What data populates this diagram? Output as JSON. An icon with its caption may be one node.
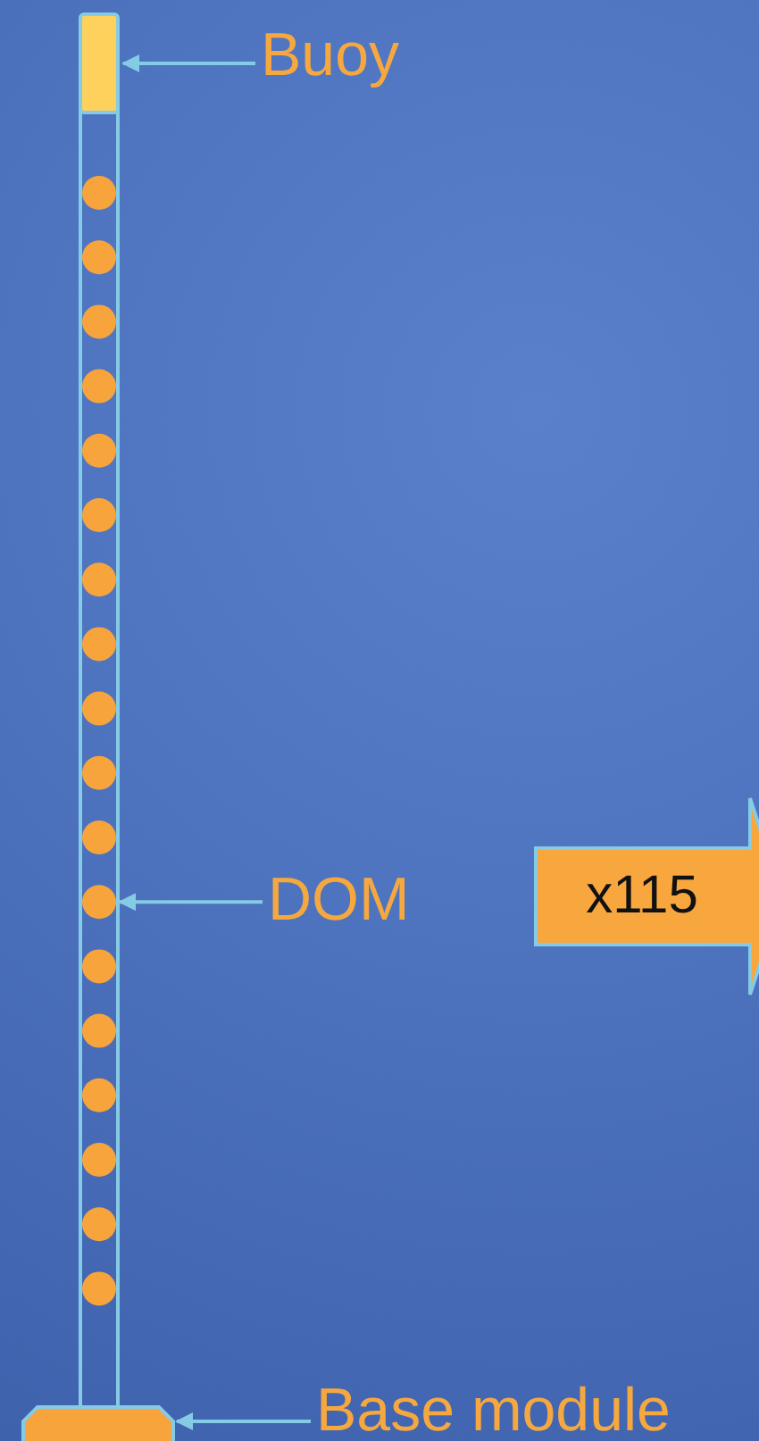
{
  "diagram": {
    "nodes": [
      {
        "text": [
          "Buoy"
        ]
      },
      {
        "text": [],
        "shape": "box"
      },
      {
        "text": [
          "DOM"
        ]
      },
      {
        "text": [],
        "shape": "circle"
      },
      {
        "text": [
          "x115"
        ]
      },
      {
        "text": [
          "Base module"
        ]
      },
      {
        "text": [],
        "shape": "box"
      }
    ],
    "edges": [
      {
        "from": 0,
        "to": 1,
        "arrow": "to"
      },
      {
        "from": 2,
        "to": 3,
        "arrow": "to"
      },
      {
        "from": 5,
        "to": 6,
        "arrow": "to"
      }
    ]
  }
}
